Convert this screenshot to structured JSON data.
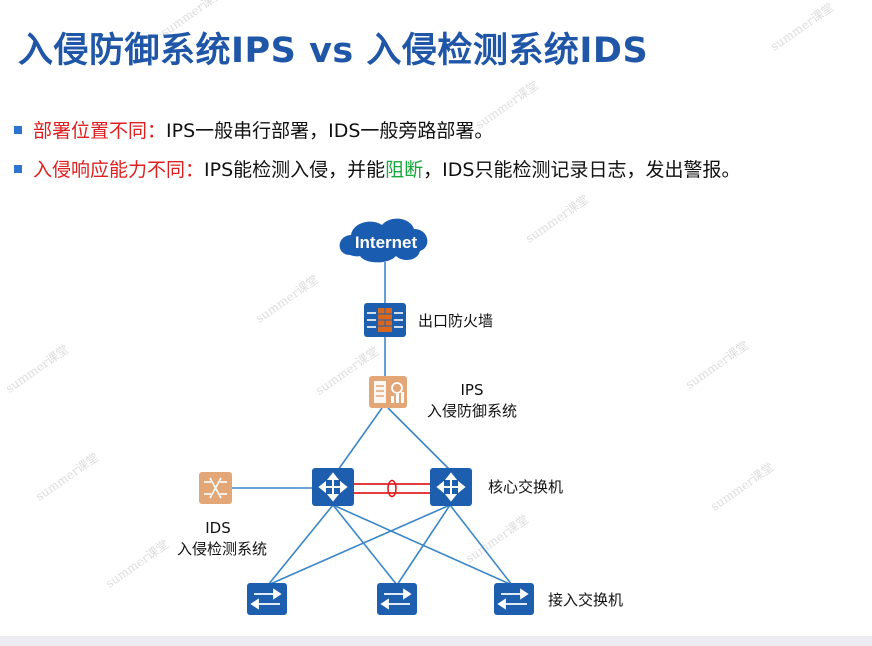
{
  "title": "入侵防御系统IPS vs 入侵检测系统IDS",
  "bullets": [
    {
      "label": "部署位置不同：",
      "text": "IPS一般串行部署，IDS一般旁路部署。"
    },
    {
      "label": "入侵响应能力不同：",
      "text_before": "IPS能检测入侵，并能",
      "highlight": "阻断",
      "text_after": "，IDS只能检测记录日志，发出警报。"
    }
  ],
  "diagram": {
    "internet": "Internet",
    "firewall": "出口防火墙",
    "ips_line1": "IPS",
    "ips_line2": "入侵防御系统",
    "core": "核心交换机",
    "ids_line1": "IDS",
    "ids_line2": "入侵检测系统",
    "access": "接入交换机"
  },
  "watermark": "summer课堂",
  "colors": {
    "title": "#1f56a8",
    "bullet": "#2d74d0",
    "label_red": "#e02020",
    "highlight_green": "#16a83c",
    "device_blue": "#1d5fae",
    "device_orange": "#e3a677",
    "link": "#3a86c8",
    "stack_link": "#e02020"
  }
}
